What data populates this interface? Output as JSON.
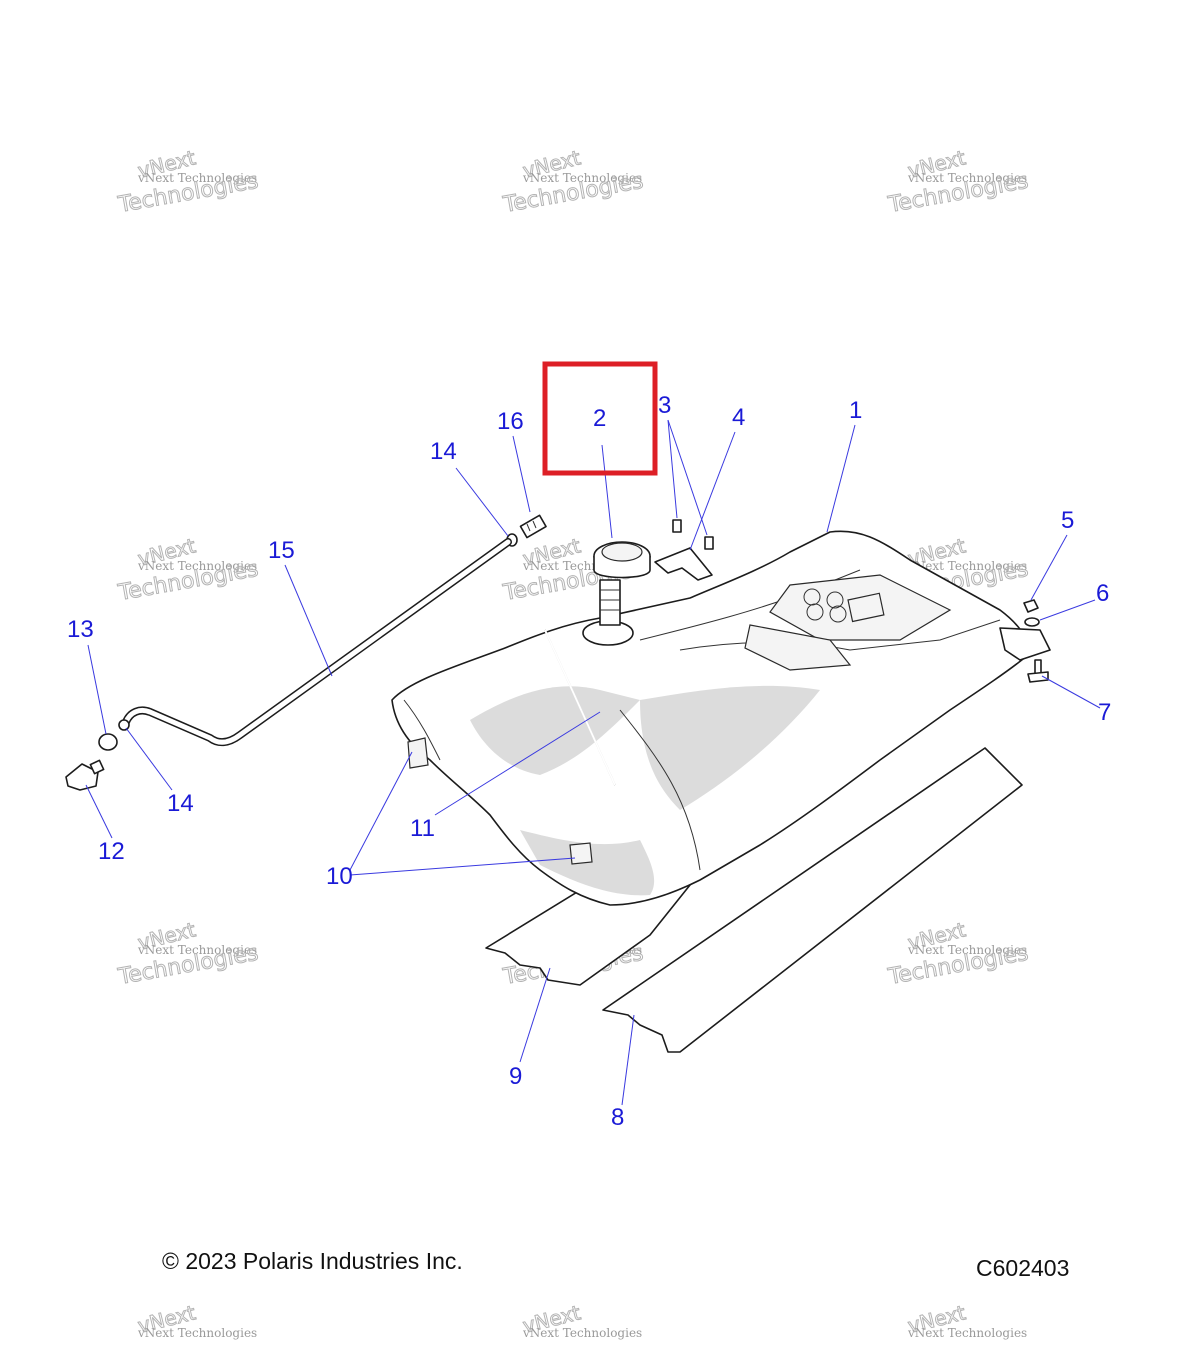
{
  "callouts": {
    "c1": "1",
    "c2": "2",
    "c3": "3",
    "c4": "4",
    "c5": "5",
    "c6": "6",
    "c7": "7",
    "c8": "8",
    "c9": "9",
    "c10": "10",
    "c11": "11",
    "c12": "12",
    "c13": "13",
    "c14a": "14",
    "c14b": "14",
    "c15": "15",
    "c16": "16"
  },
  "highlight": {
    "callout": "2",
    "color": "#dd1f26"
  },
  "watermark": {
    "line1": "vNext Technologies",
    "line2": "vNext",
    "line3": "Technologies"
  },
  "footer": {
    "copyright": "© 2023 Polaris Industries Inc.",
    "figure_code": "C602403"
  },
  "colors": {
    "callout": "#1a1ad6",
    "highlight": "#dd1f26",
    "line_art": "#1c1c1c"
  }
}
